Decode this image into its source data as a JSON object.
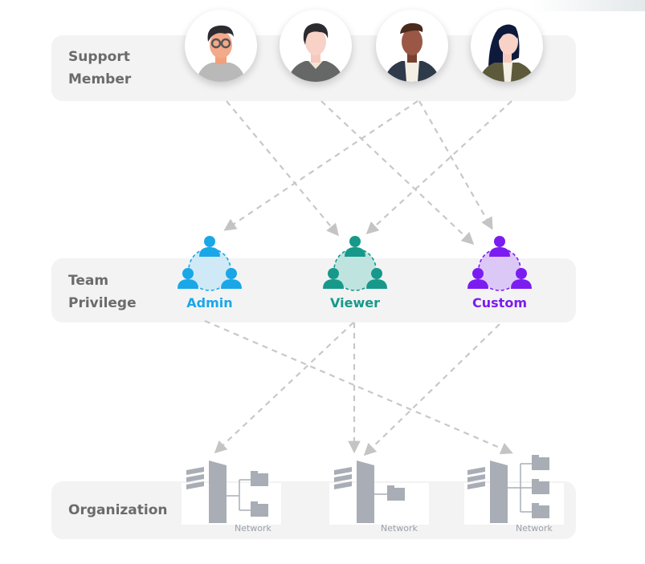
{
  "rows": {
    "support": {
      "label_line1": "Support",
      "label_line2": "Member"
    },
    "team": {
      "label_line1": "Team",
      "label_line2": "Privilege"
    },
    "org": {
      "label": "Organization"
    }
  },
  "members": [
    {
      "icon": "avatar-glasses-man"
    },
    {
      "icon": "avatar-man-sweater"
    },
    {
      "icon": "avatar-man-jacket"
    },
    {
      "icon": "avatar-woman-long-hair"
    }
  ],
  "teams": [
    {
      "label": "Admin",
      "color": "#1aa7e8",
      "fill": "#cfe9f6"
    },
    {
      "label": "Viewer",
      "color": "#16998a",
      "fill": "#bfe4df"
    },
    {
      "label": "Custom",
      "color": "#7b1df0",
      "fill": "#dcc8f7"
    }
  ],
  "networks": [
    {
      "label": "Network",
      "folders": 2
    },
    {
      "label": "Network",
      "folders": 1
    },
    {
      "label": "Network",
      "folders": 3
    }
  ],
  "colors": {
    "arrow": "#c4c4c4",
    "icon_gray": "#a9adb5",
    "band": "#f3f3f4"
  }
}
